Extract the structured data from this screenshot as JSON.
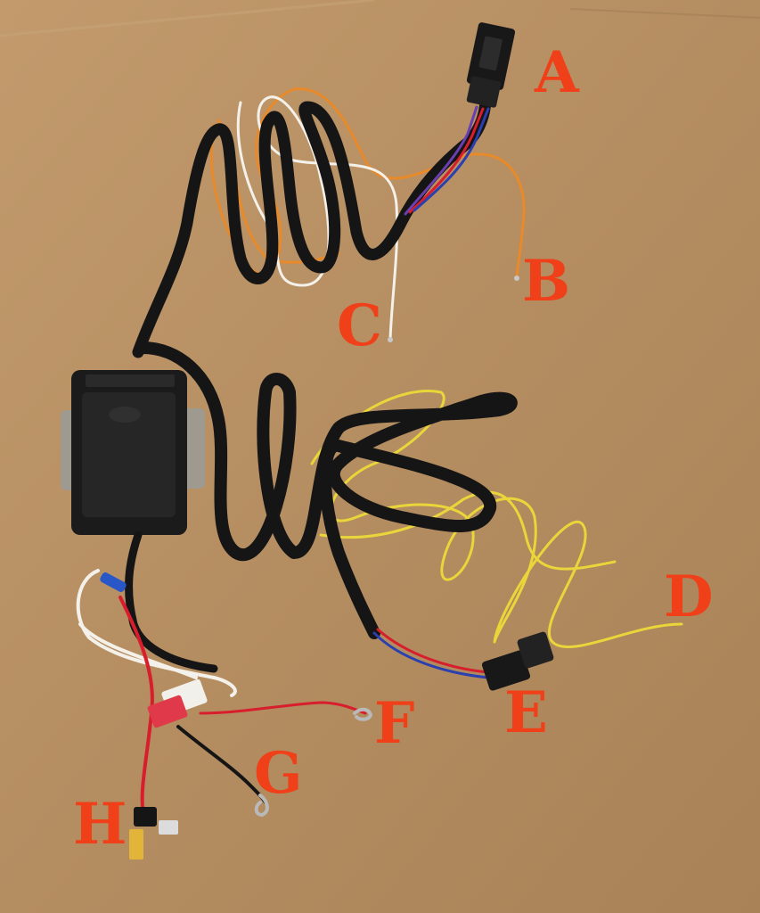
{
  "labels": {
    "a": "A",
    "b": "B",
    "c": "C",
    "d": "D",
    "e": "E",
    "f": "F",
    "g": "G",
    "h": "H"
  },
  "colors": {
    "cardboard": "#b58f63",
    "label_red": "#f0401a",
    "sheath_black": "#151515",
    "wire_orange": "#e88a2a",
    "wire_white": "#f4f1ea",
    "wire_yellow": "#e8d63a",
    "wire_red": "#d81e2c",
    "wire_blue": "#2a3fb0",
    "fuse_red": "#e03a4a",
    "relay_white": "#f2f0ea"
  }
}
